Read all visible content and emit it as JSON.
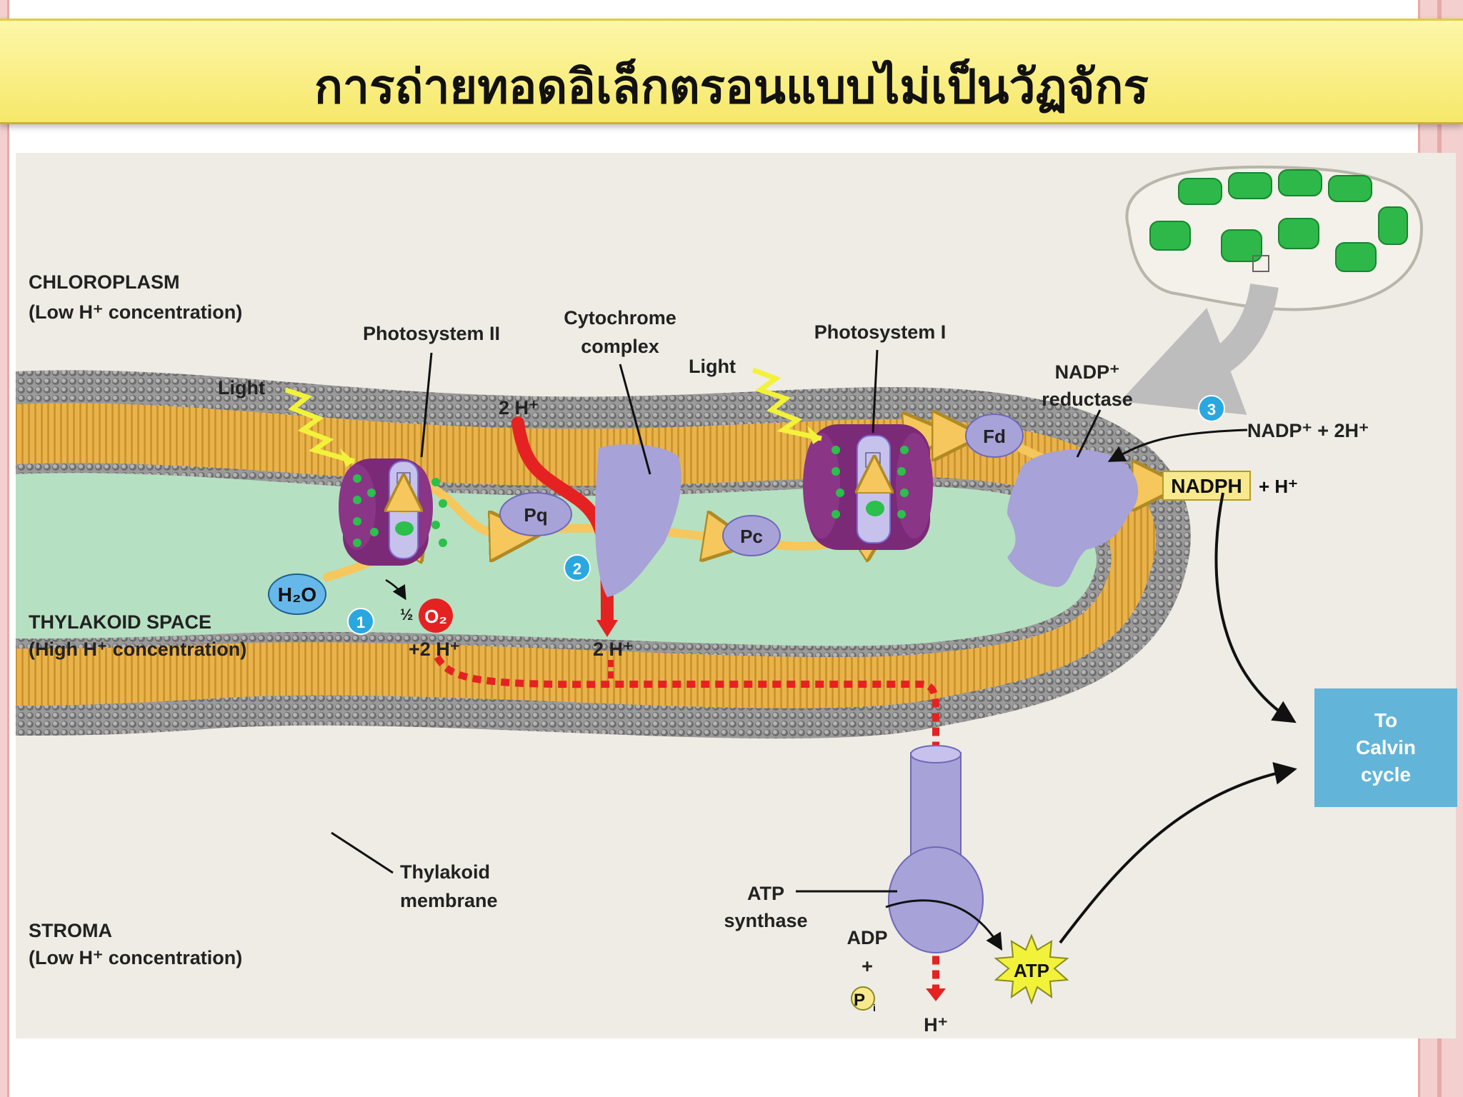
{
  "slide": {
    "title": "การถ่ายทอดอิเล็กตรอนแบบไม่เป็นวัฏจักร"
  },
  "diagram": {
    "regions": {
      "chloroplast": "CHLOROPLASM",
      "chloroplast_note": "(Low H⁺ concentration)",
      "thylakoid_space": "THYLAKOID SPACE",
      "thylakoid_space_note": "(High H⁺ concentration)",
      "stroma": "STROMA",
      "stroma_note": "(Low H⁺ concentration)"
    },
    "components": {
      "photosystem_ii": "Photosystem II",
      "cytochrome_line1": "Cytochrome",
      "cytochrome_line2": "complex",
      "photosystem_i": "Photosystem I",
      "nadp_reductase_line1": "NADP⁺",
      "nadp_reductase_line2": "reductase",
      "atp_synthase_line1": "ATP",
      "atp_synthase_line2": "synthase",
      "membrane_line1": "Thylakoid",
      "membrane_line2": "membrane",
      "pq": "Pq",
      "pc": "Pc",
      "fd": "Fd",
      "calvin_line1": "To",
      "calvin_line2": "Calvin",
      "calvin_line3": "cycle"
    },
    "labels": {
      "light_1": "Light",
      "light_2": "Light",
      "h2o": "H₂O",
      "half_o2_frac": "½",
      "o2": "O₂",
      "plus_2h_left": "+2 H⁺",
      "two_h_top": "2 H⁺",
      "two_h_bottom": "2 H⁺",
      "nadp_reaction": "NADP⁺ + 2H⁺",
      "nadph": "NADPH",
      "plus_h": "+ H⁺",
      "adp": "ADP",
      "plus": "+",
      "pi": "P",
      "pi_sub": "i",
      "atp": "ATP",
      "h_bottom": "H⁺"
    },
    "steps": [
      "1",
      "2",
      "3"
    ],
    "colors": {
      "membrane_head": "#8d8d8d",
      "membrane_tail": "#e8b24a",
      "lumen": "#b6e0c2",
      "photosystem": "#7b2a77",
      "protein": "#a7a2d8",
      "electron_flow": "#f5c75c",
      "proton_flow": "#e52222",
      "light": "#f2f23a",
      "calvin_box": "#62b5d8",
      "step_badge": "#29a7e0",
      "granum": "#2fb84a"
    }
  }
}
